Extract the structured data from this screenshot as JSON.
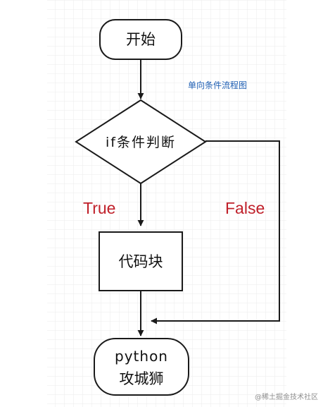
{
  "diagram": {
    "nodes": {
      "start": {
        "label": "开始"
      },
      "decision": {
        "label": "if条件判断"
      },
      "process": {
        "label": "代码块"
      },
      "end": {
        "lines": [
          "python",
          "攻城狮"
        ]
      }
    },
    "annotation": "单向条件流程图",
    "edges": {
      "true_label": "True",
      "false_label": "False"
    }
  },
  "watermark": {
    "text": "@稀土掘金技术社区"
  },
  "colors": {
    "grid": "#ebebeb",
    "stroke": "#1a1a1a",
    "edge_label": "#c0202a",
    "annotation": "#1f5fb3"
  }
}
